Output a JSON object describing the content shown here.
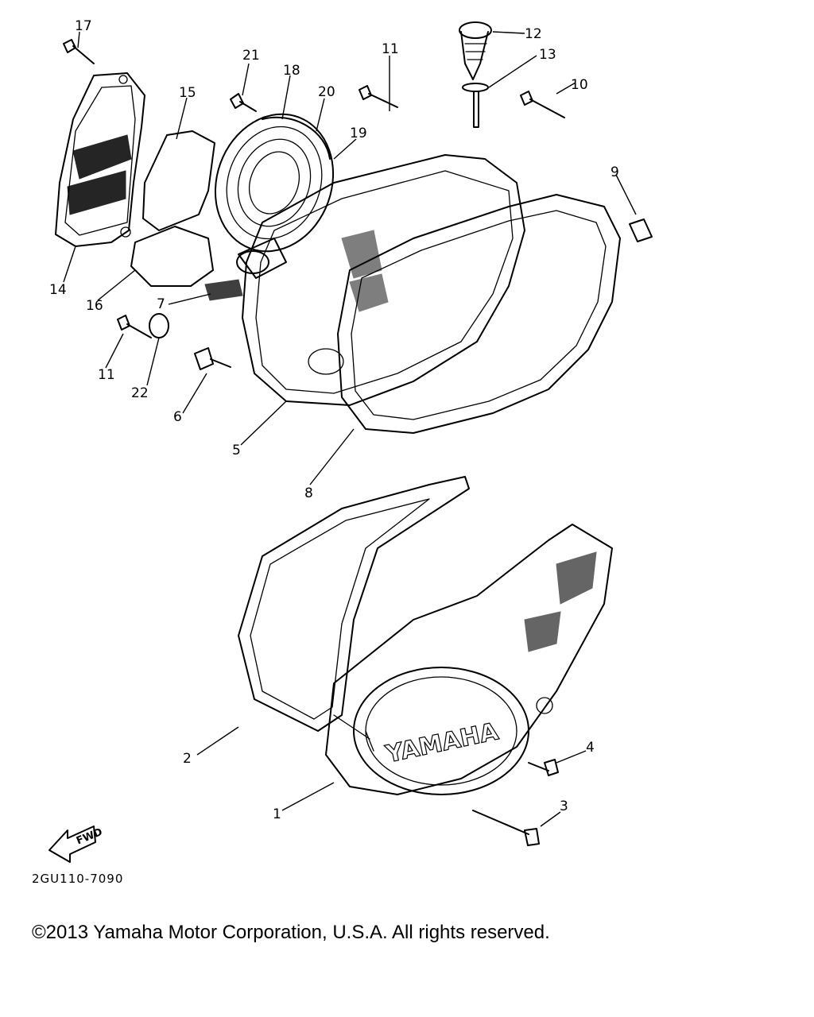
{
  "diagram": {
    "callouts": [
      "1",
      "2",
      "3",
      "4",
      "5",
      "6",
      "7",
      "8",
      "9",
      "10",
      "11",
      "11",
      "12",
      "13",
      "14",
      "15",
      "16",
      "17",
      "18",
      "19",
      "20",
      "21",
      "22"
    ],
    "cover_lettering": "YAMAHA",
    "fwd_label": "FWD",
    "code": "2GU110-7090"
  },
  "footer": {
    "copyright": "©2013 Yamaha Motor Corporation, U.S.A. All rights reserved."
  }
}
